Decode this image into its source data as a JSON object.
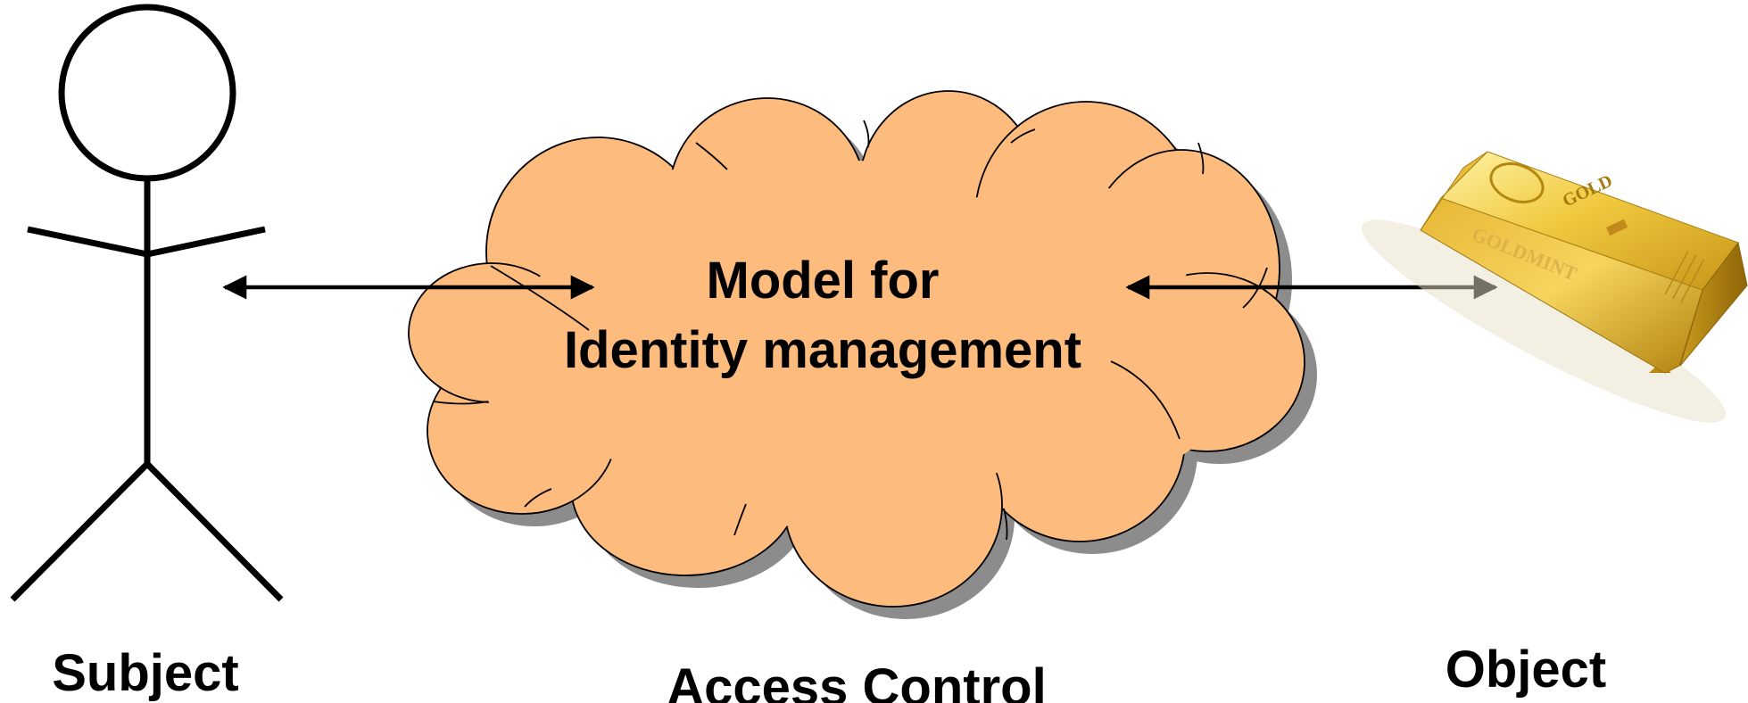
{
  "diagram": {
    "cloud_line1": "Model for",
    "cloud_line2": "Identity management",
    "subject_label": "Subject",
    "center_label": "Access Control",
    "object_label": "Object",
    "object_image_text": {
      "top_face": "GOLD",
      "side_face": "GOLDMINT"
    }
  },
  "colors": {
    "cloud_fill": "#FDBB7E",
    "cloud_shadow": "#8C8C8C",
    "stroke": "#000000",
    "gold_light": "#F3D35A",
    "gold_mid": "#D8A920",
    "gold_dark": "#A67A0C"
  },
  "icons": [
    "stick-figure-icon",
    "cloud-shape",
    "gold-bar-icon",
    "double-arrow"
  ]
}
